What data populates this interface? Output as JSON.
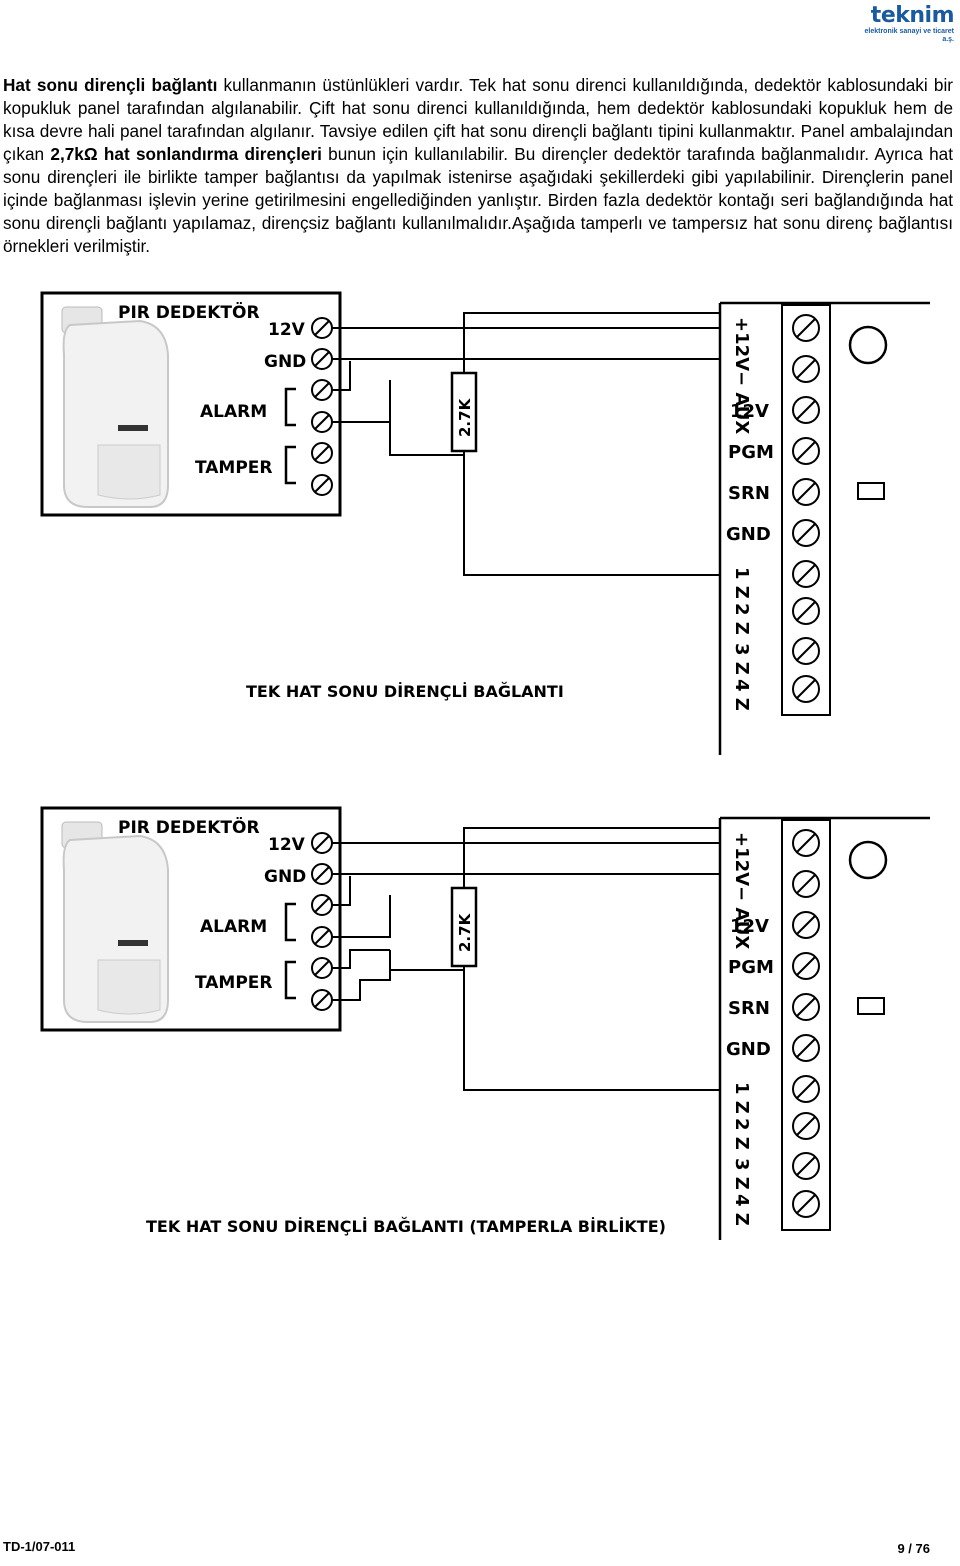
{
  "header": {
    "logo_main": "teknim",
    "logo_sub": "elektronik sanayi ve ticaret a.ş."
  },
  "intro": {
    "bold_lead": "Hat sonu dirençli bağlantı",
    "text_1": " kullanmanın üstünlükleri vardır. Tek hat sonu direnci kullanıldığında, dedektör kablosundaki bir kopukluk panel tarafından algılanabilir. Çift hat sonu direnci kullanıldığında, hem dedektör kablosundaki kopukluk hem de kısa devre hali panel tarafından algılanır. Tavsiye edilen çift hat sonu dirençli bağlantı tipini kullanmaktır. Panel ambalajından çıkan ",
    "bold_resistor": "2,7kΩ hat sonlandırma dirençleri",
    "text_2": " bunun için kullanılabilir. Bu dirençler dedektör tarafında bağlanmalıdır. Ayrıca hat sonu dirençleri ile birlikte tamper bağlantısı da yapılmak istenirse aşağıdaki şekillerdeki gibi yapılabilinir. Dirençlerin panel içinde bağlanması işlevin yerine getirilmesini engellediğinden yanlıştır. Birden fazla dedektör kontağı seri bağlandığında hat sonu dirençli bağlantı yapılamaz, dirençsiz bağlantı kullanılmalıdır.Aşağıda tamperlı ve tampersız hat sonu direnç bağlantısı örnekleri verilmiştir."
  },
  "detector": {
    "title": "PIR DEDEKTÖR",
    "terminals": [
      "12V",
      "GND",
      "ALARM",
      "TAMPER"
    ]
  },
  "panel": {
    "aux_label": "+12V− AUX",
    "terminals": [
      "12V",
      "PGM",
      "SRN",
      "GND",
      "1 Z",
      "2 Z",
      "3 Z",
      "4 Z"
    ]
  },
  "resistor_label": "2.7K",
  "diagrams": [
    {
      "caption": "TEK HAT SONU DİRENÇLİ BAĞLANTI"
    },
    {
      "caption": "TEK HAT SONU DİRENÇLİ BAĞLANTI (TAMPERLA BİRLİKTE)"
    }
  ],
  "footer": {
    "doc_code": "TD-1/07-011",
    "page": "9 / 76"
  }
}
